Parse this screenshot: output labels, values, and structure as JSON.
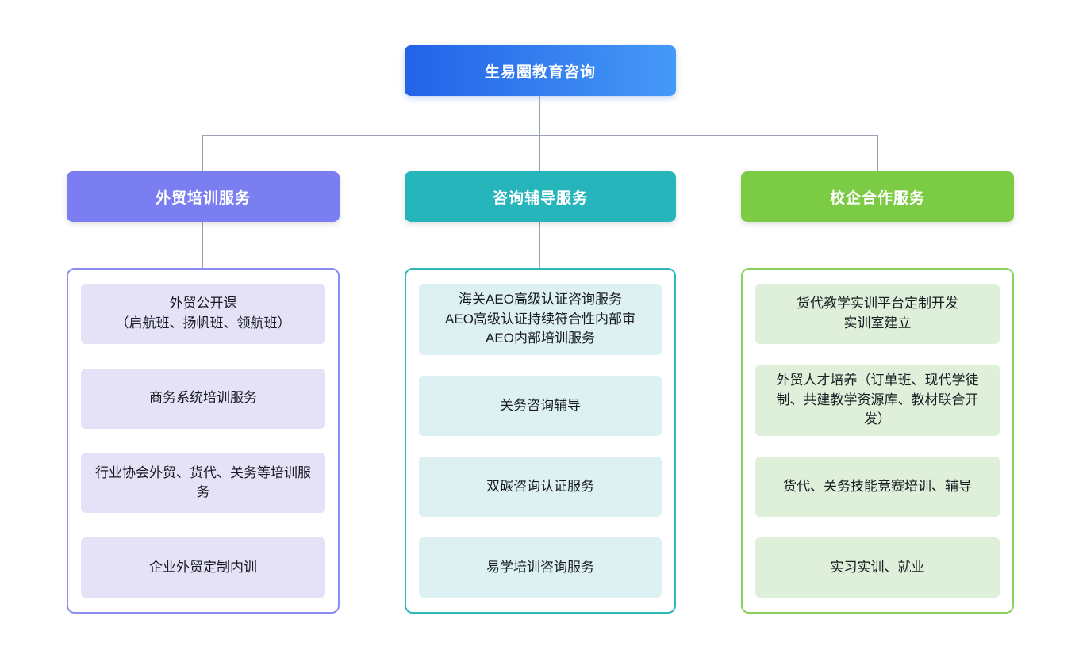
{
  "colors": {
    "connector": "#99a2b2",
    "root_gradient_left": "#2363e8",
    "root_gradient_right": "#4599f7"
  },
  "diagram": {
    "root": {
      "label": "生易圈教育咨询"
    },
    "branches": [
      {
        "label": "外贸培训服务",
        "theme": {
          "header_bg": "#7b7ef0",
          "border": "#8a8df2",
          "item_bg": "#e5e2f8"
        },
        "items": [
          {
            "lines": [
              "外贸公开课",
              "（启航班、扬帆班、领航班）"
            ]
          },
          {
            "lines": [
              "商务系统培训服务"
            ]
          },
          {
            "lines": [
              "行业协会外贸、货代、关务等培训服务"
            ]
          },
          {
            "lines": [
              "企业外贸定制内训"
            ]
          }
        ]
      },
      {
        "label": "咨询辅导服务",
        "theme": {
          "header_bg": "#26b5ba",
          "border": "#2cb8bd",
          "item_bg": "#ddf1f2"
        },
        "items": [
          {
            "lines": [
              "海关AEO高级认证咨询服务",
              "AEO高级认证持续符合性内部审",
              "AEO内部培训服务"
            ]
          },
          {
            "lines": [
              "关务咨询辅导"
            ]
          },
          {
            "lines": [
              "双碳咨询认证服务"
            ]
          },
          {
            "lines": [
              "易学培训咨询服务"
            ]
          }
        ]
      },
      {
        "label": "校企合作服务",
        "theme": {
          "header_bg": "#7ccb44",
          "border": "#8ad15c",
          "item_bg": "#def0d9"
        },
        "items": [
          {
            "lines": [
              "货代教学实训平台定制开发",
              "实训室建立"
            ]
          },
          {
            "lines": [
              "外贸人才培养（订单班、现代学徒制、共建教学资源库、教材联合开发）"
            ]
          },
          {
            "lines": [
              "货代、关务技能竞赛培训、辅导"
            ]
          },
          {
            "lines": [
              "实习实训、就业"
            ]
          }
        ]
      }
    ]
  }
}
